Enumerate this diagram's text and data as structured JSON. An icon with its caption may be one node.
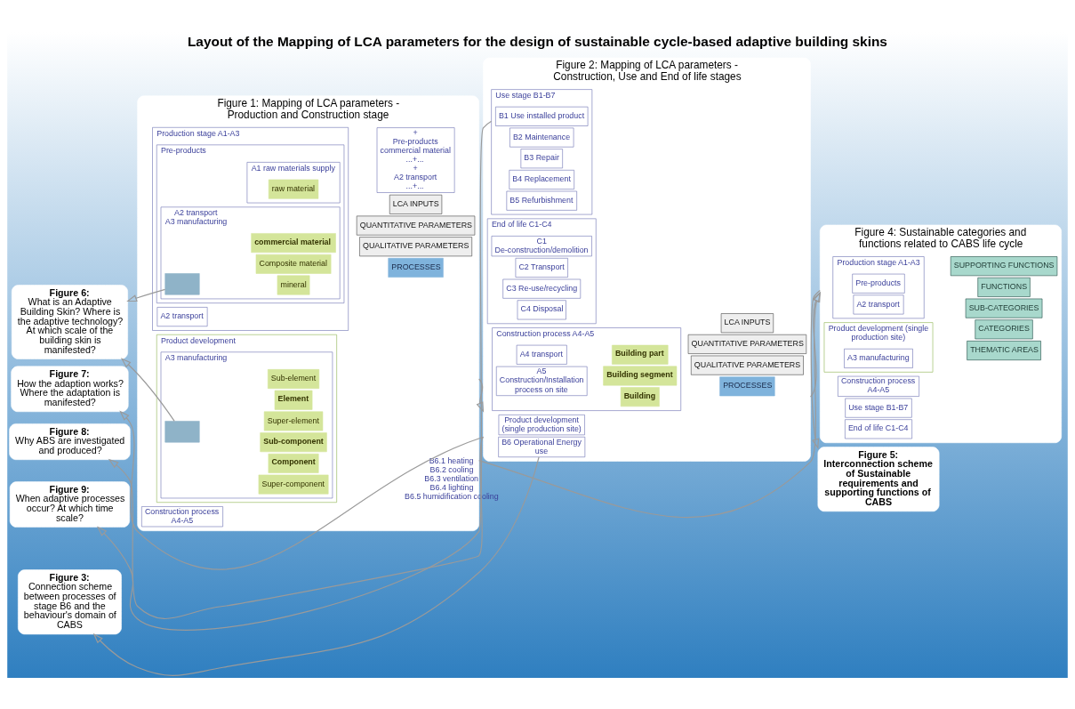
{
  "diagram": {
    "title": "Layout of the Mapping of LCA parameters for the design of sustainable cycle-based adaptive building skins",
    "nodes": [
      {
        "text": [
          "Figure 6:",
          "What is an Adaptive Building Skin? Where is the adaptive technology? At which scale of the building skin is manifested?"
        ]
      },
      {
        "text": [
          "Figure 7:",
          "How the adaption works? Where the adaptation is manifested?"
        ]
      },
      {
        "text": [
          "Figure 8:",
          "Why ABS are investigated and produced?"
        ]
      },
      {
        "text": [
          "Figure 9:",
          "When adaptive processes occur? At which time scale?"
        ]
      },
      {
        "text": [
          "Figure 3:",
          "Connection scheme between processes of stage B6 and the behaviour's domain of CABS"
        ]
      },
      {
        "text": [
          "Figure 1: Mapping of LCA parameters - Production and Construction stage"
        ]
      },
      {
        "text": [
          "Production stage A1-A3"
        ],
        "in": 5
      },
      {
        "text": [
          "Pre-products"
        ],
        "in": 6
      },
      {
        "text": [
          "A1 raw materials supply"
        ],
        "in": 7
      },
      {
        "text": [
          "raw material"
        ],
        "in": 8
      },
      {
        "text": [
          "A2 transport",
          "A3 manufacturing"
        ],
        "in": 7
      },
      {
        "text": [],
        "shape": "box",
        "in": 10
      },
      {
        "text": [
          "mineral"
        ],
        "in": 10
      },
      {
        "text": [
          "Composite material"
        ],
        "in": 10
      },
      {
        "text": [
          "commercial material"
        ],
        "in": 10
      },
      {
        "text": [
          "A2 transport"
        ],
        "in": 6
      },
      {
        "text": [
          "Product development"
        ],
        "in": 5
      },
      {
        "text": [
          "A3 manufacturing"
        ],
        "in": 16
      },
      {
        "text": [],
        "shape": "box",
        "in": 17
      },
      {
        "text": [
          "Sub-element"
        ],
        "in": 17
      },
      {
        "text": [
          "Element"
        ],
        "in": 17
      },
      {
        "text": [
          "Super-element"
        ],
        "in": 17
      },
      {
        "text": [
          "Sub-component"
        ],
        "in": 17
      },
      {
        "text": [
          "Component"
        ],
        "in": 17
      },
      {
        "text": [
          "Super-component"
        ],
        "in": 17
      },
      {
        "text": [
          "Construction process A4-A5"
        ],
        "in": 5
      },
      {
        "text": [
          "PROCESSES"
        ],
        "in": 5
      },
      {
        "text": [
          "QUALITATIVE PARAMETERS"
        ],
        "in": 5
      },
      {
        "text": [
          "QUANTITATIVE PARAMETERS"
        ],
        "in": 5
      },
      {
        "text": [
          "LCA INPUTS"
        ],
        "in": 5
      },
      {
        "text": [
          "+",
          "Pre-products",
          "commercial material",
          "...+...",
          "+",
          "A2 transport",
          "...+..."
        ],
        "in": 5
      },
      {
        "text": [
          "Figure 2: Mapping of LCA parameters - Construction, Use and End of life stages"
        ]
      },
      {
        "text": [
          "Product development (single production site)"
        ],
        "in": 31
      },
      {
        "text": [
          "Construction process A4-A5"
        ],
        "in": 31
      },
      {
        "text": [
          "A4 transport"
        ],
        "in": 33
      },
      {
        "text": [
          "A5 Construction/Installation process on site"
        ],
        "in": 33
      },
      {
        "text": [
          "Building part"
        ],
        "in": 33
      },
      {
        "text": [
          "Building segment"
        ],
        "in": 33
      },
      {
        "text": [
          "Building"
        ],
        "in": 33
      },
      {
        "text": [
          "Use stage B1-B7"
        ],
        "in": 31
      },
      {
        "text": [
          "B1 Use installed product"
        ],
        "in": 39
      },
      {
        "text": [
          "B2 Maintenance"
        ],
        "in": 39
      },
      {
        "text": [
          "B3 Repair"
        ],
        "in": 39
      },
      {
        "text": [
          "B4 Replacement"
        ],
        "in": 39
      },
      {
        "text": [
          "B5 Refurbishment"
        ],
        "in": 39
      },
      {
        "text": [
          "B6 Operational Energy use"
        ],
        "in": 31,
        "beside": [
          "B6.1 heating",
          "B6.2 cooling",
          "B6.3 ventilation",
          "B6.4 lighting",
          "B6.5 humidification cooling"
        ]
      },
      {
        "text": [
          "End of life C1-C4"
        ],
        "in": 31
      },
      {
        "text": [
          "C1 De-construction/demolition"
        ],
        "in": 46
      },
      {
        "text": [
          "C2 Transport"
        ],
        "in": 46
      },
      {
        "text": [
          "C3 Re-use/recycling"
        ],
        "in": 46
      },
      {
        "text": [
          "C4 Disposal"
        ],
        "in": 46
      },
      {
        "text": [
          "PROCESSES"
        ],
        "in": 31
      },
      {
        "text": [
          "QUALITATIVE PARAMETERS"
        ],
        "in": 31
      },
      {
        "text": [
          "QUANTITATIVE PARAMETERS"
        ],
        "in": 31
      },
      {
        "text": [
          "LCA INPUTS"
        ],
        "in": 31
      },
      {
        "text": [
          "Figure 4: Sustainable categories and functions related to CABS life cycle"
        ]
      },
      {
        "text": [
          "Production stage A1-A3"
        ],
        "in": 55
      },
      {
        "text": [
          "Pre-products"
        ],
        "in": 56
      },
      {
        "text": [
          "A2 transport"
        ],
        "in": 56
      },
      {
        "text": [
          "Product development (single production site)"
        ],
        "in": 55
      },
      {
        "text": [
          "A3 manufacturing"
        ],
        "in": 59
      },
      {
        "text": [
          "Construction process A4-A5"
        ],
        "in": 55
      },
      {
        "text": [
          "Use stage B1-B7"
        ],
        "in": 55
      },
      {
        "text": [
          "End of life C1-C4"
        ],
        "in": 55
      },
      {
        "text": [
          "THEMATIC AREAS"
        ],
        "in": 55
      },
      {
        "text": [
          "CATEGORIES"
        ],
        "in": 55
      },
      {
        "text": [
          "SUB-CATEGORIES"
        ],
        "in": 55
      },
      {
        "text": [
          "FUNCTIONS"
        ],
        "in": 55
      },
      {
        "text": [
          "SUPPORTING FUNCTIONS"
        ],
        "in": 55
      },
      {
        "text": [
          "Figure 5: Interconnection scheme of Sustainable requirements and supporting functions of CABS"
        ]
      }
    ],
    "edges": [
      {
        "from": 11,
        "to": 0,
        "arrow": "to"
      },
      {
        "from": 18,
        "to": 0,
        "arrow": "to"
      },
      {
        "from": 5,
        "to": 31,
        "arrow": "to"
      },
      {
        "from": 31,
        "to": 1,
        "arrow": "to"
      },
      {
        "from": 31,
        "to": 2,
        "arrow": "to"
      },
      {
        "from": 39,
        "to": 3,
        "arrow": "to"
      },
      {
        "from": 45,
        "to": 4,
        "arrow": "to"
      },
      {
        "from": 5,
        "to": 55,
        "arrow": "to"
      },
      {
        "from": 31,
        "to": 55,
        "arrow": "to"
      },
      {
        "from": 55,
        "to": 69,
        "arrow": "to"
      }
    ]
  }
}
